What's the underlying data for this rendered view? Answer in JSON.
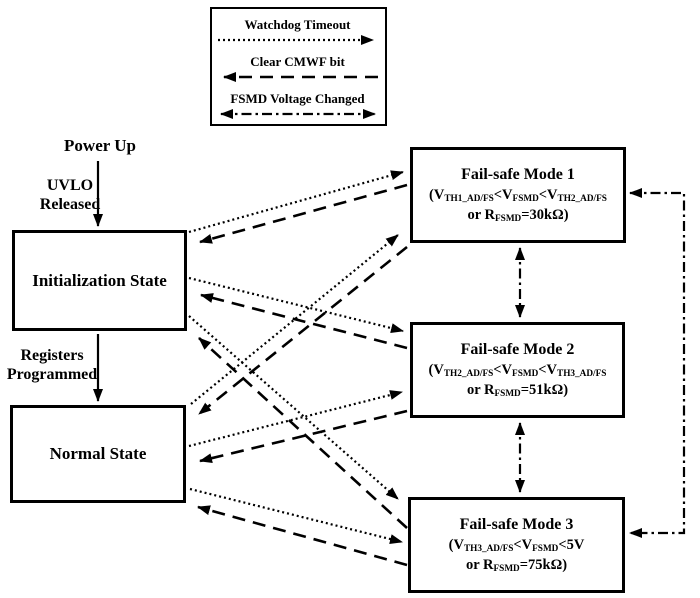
{
  "legend": {
    "items": [
      {
        "label": "Watchdog Timeout",
        "style": "dotted",
        "direction": "right"
      },
      {
        "label": "Clear CMWF bit",
        "style": "dashed",
        "direction": "left"
      },
      {
        "label": "FSMD Voltage Changed",
        "style": "dash-dot",
        "direction": "both"
      }
    ]
  },
  "left_flow": {
    "power_up": "Power Up",
    "uvlo": [
      "UVLO",
      "Released"
    ],
    "registers": [
      "Registers",
      "Programmed"
    ],
    "init_state": "Initialization State",
    "normal_state": "Normal State"
  },
  "failsafe_modes": [
    {
      "title": "Fail-safe Mode 1",
      "condition": [
        [
          "(V",
          "TH1_AD/FS"
        ],
        [
          "<V",
          "FSMD"
        ],
        [
          "<V",
          "TH2_AD/FS"
        ]
      ],
      "resistor": [
        [
          "or R",
          "FSMD"
        ],
        [
          "=30kΩ)",
          ""
        ]
      ]
    },
    {
      "title": "Fail-safe Mode 2",
      "condition": [
        [
          "(V",
          "TH2_AD/FS"
        ],
        [
          "<V",
          "FSMD"
        ],
        [
          "<V",
          "TH3_AD/FS"
        ]
      ],
      "resistor": [
        [
          "or R",
          "FSMD"
        ],
        [
          "=51kΩ)",
          ""
        ]
      ]
    },
    {
      "title": "Fail-safe Mode 3",
      "condition": [
        [
          "(V",
          "TH3_AD/FS"
        ],
        [
          "<V",
          "FSMD"
        ],
        [
          "<5V",
          ""
        ]
      ],
      "resistor": [
        [
          "or R",
          "FSMD"
        ],
        [
          "=75kΩ)",
          ""
        ]
      ]
    }
  ],
  "transitions": [
    {
      "from": "Power Up",
      "to": "Initialization State",
      "type": "solid",
      "label": "UVLO Released"
    },
    {
      "from": "Initialization State",
      "to": "Normal State",
      "type": "solid",
      "label": "Registers Programmed"
    },
    {
      "from": "Initialization State",
      "to": "Fail-safe Mode 1",
      "type": "Watchdog Timeout"
    },
    {
      "from": "Initialization State",
      "to": "Fail-safe Mode 2",
      "type": "Watchdog Timeout"
    },
    {
      "from": "Initialization State",
      "to": "Fail-safe Mode 3",
      "type": "Watchdog Timeout"
    },
    {
      "from": "Normal State",
      "to": "Fail-safe Mode 1",
      "type": "Watchdog Timeout"
    },
    {
      "from": "Normal State",
      "to": "Fail-safe Mode 2",
      "type": "Watchdog Timeout"
    },
    {
      "from": "Normal State",
      "to": "Fail-safe Mode 3",
      "type": "Watchdog Timeout"
    },
    {
      "from": "Fail-safe Mode 1",
      "to": "Initialization State",
      "type": "Clear CMWF bit"
    },
    {
      "from": "Fail-safe Mode 2",
      "to": "Initialization State",
      "type": "Clear CMWF bit"
    },
    {
      "from": "Fail-safe Mode 3",
      "to": "Initialization State",
      "type": "Clear CMWF bit"
    },
    {
      "from": "Fail-safe Mode 1",
      "to": "Normal State",
      "type": "Clear CMWF bit"
    },
    {
      "from": "Fail-safe Mode 2",
      "to": "Normal State",
      "type": "Clear CMWF bit"
    },
    {
      "from": "Fail-safe Mode 3",
      "to": "Normal State",
      "type": "Clear CMWF bit"
    },
    {
      "from": "Fail-safe Mode 1",
      "to": "Fail-safe Mode 2",
      "type": "FSMD Voltage Changed",
      "bidirectional": true
    },
    {
      "from": "Fail-safe Mode 2",
      "to": "Fail-safe Mode 3",
      "type": "FSMD Voltage Changed",
      "bidirectional": true
    },
    {
      "from": "Fail-safe Mode 1",
      "to": "Fail-safe Mode 3",
      "type": "FSMD Voltage Changed",
      "bidirectional": true
    }
  ],
  "colors": {
    "line": "#000000",
    "background": "#ffffff"
  }
}
